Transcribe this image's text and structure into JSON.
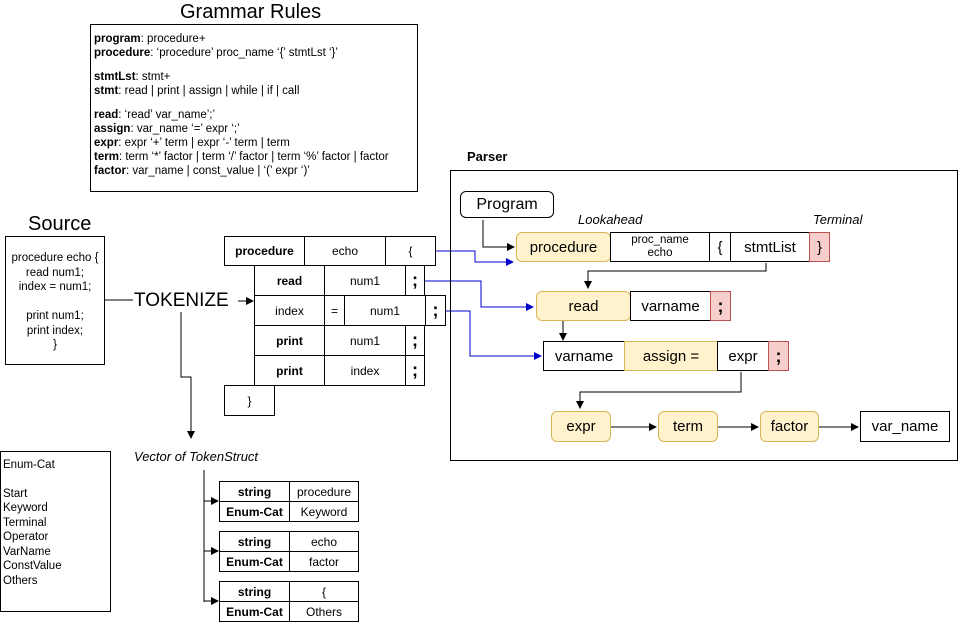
{
  "grammar": {
    "title": "Grammar Rules",
    "rules": [
      {
        "term": "program",
        "def": ": procedure+"
      },
      {
        "term": "procedure",
        "def": ": ‘procedure’ proc_name ‘{’ stmtLst ‘}’"
      },
      {
        "term": "stmtLst",
        "def": ": stmt+"
      },
      {
        "term": "stmt",
        "def": ": read | print | assign | while | if | call"
      },
      {
        "term": "read",
        "def": ": ‘read’ var_name’;’"
      },
      {
        "term": "assign",
        "def": ": var_name ‘=’ expr ‘;’"
      },
      {
        "term": "expr",
        "def": ": expr ‘+’ term | expr ‘-’ term | term"
      },
      {
        "term": "term",
        "def": ": term ‘*’ factor | term ‘/’ factor | term ‘%’ factor | factor"
      },
      {
        "term": "factor",
        "def": ": var_name | const_value | ‘(’ expr ‘)’"
      }
    ]
  },
  "source": {
    "title": "Source",
    "lines": [
      "procedure echo {",
      "read num1;",
      "index = num1;",
      "",
      "print num1;",
      "print index;",
      "}"
    ]
  },
  "tokenize_label": "TOKENIZE",
  "tokens": {
    "row1": [
      "procedure",
      "echo",
      "{"
    ],
    "row2": [
      "read",
      "num1",
      ";"
    ],
    "row3": [
      "index",
      "=",
      "num1",
      ";"
    ],
    "row4": [
      "print",
      "num1",
      ";"
    ],
    "row5": [
      "print",
      "index",
      ";"
    ],
    "close": "}"
  },
  "vector": {
    "label": "Vector of TokenStruct",
    "structs": [
      {
        "k1": "string",
        "v1": "procedure",
        "k2": "Enum-Cat",
        "v2": "Keyword"
      },
      {
        "k1": "string",
        "v1": "echo",
        "k2": "Enum-Cat",
        "v2": "factor"
      },
      {
        "k1": "string",
        "v1": "{",
        "k2": "Enum-Cat",
        "v2": "Others"
      }
    ]
  },
  "enum_cat": {
    "title": "Enum-Cat",
    "items": [
      "Start",
      "Keyword",
      "Terminal",
      "Operator",
      "VarName",
      "ConstValue",
      "Others"
    ]
  },
  "parser": {
    "title": "Parser",
    "program": "Program",
    "lookahead_label": "Lookahead",
    "terminal_label": "Terminal",
    "proc_row": {
      "procedure": "procedure",
      "proc_name": "proc_name",
      "proc_value": "echo",
      "lbrace": "{",
      "stmtlist": "stmtList",
      "rbrace": "}"
    },
    "read_row": {
      "read": "read",
      "varname": "varname",
      "semi": ";"
    },
    "assign_row": {
      "varname": "varname",
      "assign": "assign =",
      "expr": "expr",
      "semi": ";"
    },
    "chain": [
      "expr",
      "term",
      "factor",
      "var_name"
    ]
  },
  "colors": {
    "highlight_fill": "#fff2cc",
    "highlight_border": "#d6b656",
    "terminal_fill": "#f8cecc",
    "terminal_border": "#b85450",
    "link_blue": "#0000cc"
  }
}
